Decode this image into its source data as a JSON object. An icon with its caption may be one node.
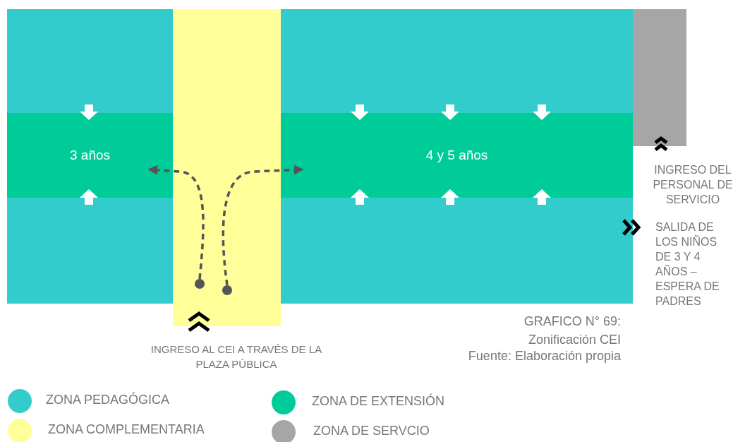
{
  "diagram": {
    "caption": "GRAFICO N° 69: Zonificación CEI",
    "nodes": [
      {
        "text": [],
        "shape": "box"
      },
      {
        "text": [
          "3 años"
        ],
        "in": 0
      },
      {
        "text": [],
        "shape": "box"
      },
      {
        "text": [],
        "shape": "circle",
        "in": 2
      },
      {
        "text": [],
        "shape": "circle",
        "in": 2
      },
      {
        "text": [],
        "shape": "box"
      },
      {
        "text": [
          "4 y 5 años"
        ],
        "in": 5
      },
      {
        "text": [],
        "shape": "box"
      }
    ],
    "edges": [
      {
        "from": 3,
        "to": 1,
        "arrow": "to",
        "style": "dashed"
      },
      {
        "from": 4,
        "to": 6,
        "arrow": "to",
        "style": "dashed"
      }
    ],
    "labels": [
      "INGRESO DEL PERSONAL DE SERVICIO",
      "SALIDA DE LOS NIÑOS DE 3 Y 4 AÑOS – ESPERA DE PADRES",
      "INGRESO AL CEI A TRAVÉS DE LA PLAZA PÚBLICA",
      "Fuente: Elaboración propia"
    ],
    "legend": [
      {
        "text": "ZONA PEDAGÓGICA",
        "color": "#33cccc"
      },
      {
        "text": "ZONA DE EXTENSIÓN",
        "color": "#00cc99"
      },
      {
        "text": "ZONA COMPLEMENTARIA",
        "color": "#ffff99"
      },
      {
        "text": "ZONA DE SERVCIO",
        "color": "#a6a6a6"
      }
    ]
  }
}
